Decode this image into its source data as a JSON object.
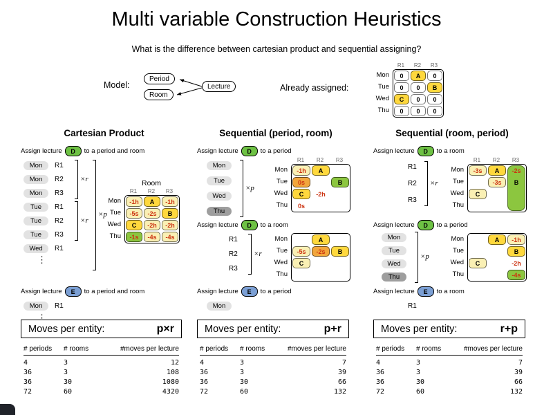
{
  "title": "Multi variable Construction Heuristics",
  "subtitle": "What is the difference between cartesian product and sequential assigning?",
  "colors": {
    "yellow": "#FFD83D",
    "pale_yellow": "#FAF0B4",
    "green": "#8CC63F",
    "orange": "#F2A63C",
    "red_text": "#CC3311",
    "list_pill": "#E2E2E2",
    "list_pill_dark": "#9E9E9E",
    "entity_green": "#6EC244",
    "entity_blue": "#7B9FD4"
  },
  "model": {
    "label": "Model:",
    "period": "Period",
    "room": "Room",
    "lecture": "Lecture"
  },
  "already_assigned": {
    "label": "Already assigned:",
    "table": {
      "cols": [
        "R1",
        "R2",
        "R3"
      ],
      "rows": [
        "Mon",
        "Tue",
        "Wed",
        "Thu"
      ],
      "show_header": true,
      "cells": [
        [
          "0",
          {
            "t": "A",
            "bg": "yellow"
          },
          "0"
        ],
        [
          "0",
          "0",
          {
            "t": "B",
            "bg": "yellow"
          }
        ],
        [
          {
            "t": "C",
            "bg": "yellow"
          },
          "0",
          "0"
        ],
        [
          "0",
          "0",
          "0"
        ]
      ]
    }
  },
  "columns": [
    {
      "heading": "Cartesian Product",
      "assign1": {
        "prefix": "Assign lecture",
        "entity": "D",
        "color": "green",
        "suffix": "to a period and room"
      },
      "pairs": [
        [
          "Mon",
          "R1"
        ],
        [
          "Mon",
          "R2"
        ],
        [
          "Mon",
          "R3"
        ],
        [
          "Tue",
          "R1"
        ],
        [
          "Tue",
          "R2"
        ],
        [
          "Tue",
          "R3"
        ],
        [
          "Wed",
          "R1"
        ]
      ],
      "group_label": "×r",
      "outer_label": "×p",
      "ellipsis": "⋮",
      "table": {
        "title": "Room",
        "cols": [
          "R1",
          "R2",
          "R3"
        ],
        "rows": [
          "Mon",
          "Tue",
          "Wed",
          "Thu"
        ],
        "show_header": true,
        "cells": [
          [
            {
              "t": "-1h",
              "bg": "pale",
              "fg": "red"
            },
            {
              "t": "A",
              "bg": "yellow"
            },
            {
              "t": "-1h",
              "bg": "pale",
              "fg": "red"
            }
          ],
          [
            {
              "t": "-5s",
              "bg": "pale",
              "fg": "red"
            },
            {
              "t": "-2s",
              "bg": "pale",
              "fg": "red"
            },
            {
              "t": "B",
              "bg": "yellow"
            }
          ],
          [
            {
              "t": "C",
              "bg": "yellow"
            },
            {
              "t": "-2h",
              "bg": "pale",
              "fg": "red"
            },
            {
              "t": "-2h",
              "bg": "pale",
              "fg": "red"
            }
          ],
          [
            {
              "t": "-1s",
              "bg": "green",
              "fg": "red"
            },
            {
              "t": "-4s",
              "bg": "pale",
              "fg": "red"
            },
            {
              "t": "-4s",
              "bg": "pale",
              "fg": "red"
            }
          ]
        ]
      },
      "assign_next": {
        "prefix": "Assign lecture",
        "entity": "E",
        "color": "blue",
        "suffix": "to a period and room"
      },
      "tail_pair": [
        "Mon",
        "R1"
      ],
      "moves": {
        "label": "Moves per entity:",
        "formula": "p×r"
      },
      "stats": {
        "headers": [
          "# periods",
          "# rooms",
          "#moves per lecture"
        ],
        "rows": [
          [
            "4",
            "3",
            "12"
          ],
          [
            "36",
            "3",
            "108"
          ],
          [
            "36",
            "30",
            "1080"
          ],
          [
            "72",
            "60",
            "4320"
          ]
        ]
      }
    },
    {
      "heading": "Sequential (period, room)",
      "steps": [
        {
          "assign": {
            "prefix": "Assign lecture",
            "entity": "D",
            "color": "green",
            "suffix": "to a period"
          },
          "list": {
            "items": [
              "Mon",
              "Tue",
              "Wed",
              "Thu"
            ],
            "style": "pill",
            "dark_index": 3,
            "label": "×p"
          },
          "table": {
            "cols": [
              "R1",
              "R2",
              "R3"
            ],
            "rows": [
              "Mon",
              "Tue",
              "Wed",
              "Thu"
            ],
            "show_header": true,
            "cells": [
              [
                {
                  "t": "-1h",
                  "bg": "pale",
                  "fg": "red"
                },
                {
                  "t": "A",
                  "bg": "yellow"
                },
                null
              ],
              [
                {
                  "t": "0s",
                  "bg": "orange",
                  "fg": "red"
                },
                null,
                {
                  "t": "B",
                  "bg": "green"
                }
              ],
              [
                {
                  "t": "C",
                  "bg": "yellow"
                },
                {
                  "t": "-2h",
                  "fg": "red"
                },
                null
              ],
              [
                {
                  "t": "0s",
                  "fg": "red"
                },
                null,
                null
              ]
            ]
          }
        },
        {
          "assign": {
            "prefix": "Assign lecture",
            "entity": "D",
            "color": "green",
            "suffix": "to a room"
          },
          "list": {
            "items": [
              "R1",
              "R2",
              "R3"
            ],
            "style": "text",
            "label": "×r"
          },
          "table": {
            "cols": [
              "R1",
              "R2",
              "R3"
            ],
            "rows": [
              "Mon",
              "Tue",
              "Wed",
              "Thu"
            ],
            "show_header": false,
            "cells": [
              [
                null,
                {
                  "t": "A",
                  "bg": "yellow"
                },
                null
              ],
              [
                {
                  "t": "-5s",
                  "bg": "pale",
                  "fg": "red"
                },
                {
                  "t": "-2s",
                  "bg": "orange",
                  "fg": "red"
                },
                {
                  "t": "B",
                  "bg": "yellow"
                }
              ],
              [
                {
                  "t": "C",
                  "bg": "pale"
                },
                null,
                null
              ],
              [
                null,
                null,
                null
              ]
            ]
          }
        }
      ],
      "assign_next": {
        "prefix": "Assign lecture",
        "entity": "E",
        "color": "blue",
        "suffix": "to a period"
      },
      "tail_list": {
        "items": [
          "Mon"
        ],
        "style": "pill"
      },
      "moves": {
        "label": "Moves per entity:",
        "formula": "p+r"
      },
      "stats": {
        "headers": [
          "# periods",
          "# rooms",
          "#moves per lecture"
        ],
        "rows": [
          [
            "4",
            "3",
            "7"
          ],
          [
            "36",
            "3",
            "39"
          ],
          [
            "36",
            "30",
            "66"
          ],
          [
            "72",
            "60",
            "132"
          ]
        ]
      }
    },
    {
      "heading": "Sequential (room, period)",
      "steps": [
        {
          "assign": {
            "prefix": "Assign lecture",
            "entity": "D",
            "color": "green",
            "suffix": "to a room"
          },
          "list": {
            "items": [
              "R1",
              "R2",
              "R3"
            ],
            "style": "text",
            "label": "×r"
          },
          "table": {
            "cols": [
              "R1",
              "R2",
              "R3"
            ],
            "rows": [
              "Mon",
              "Tue",
              "Wed",
              "Thu"
            ],
            "show_header": true,
            "green_col": 2,
            "cells": [
              [
                {
                  "t": "-3s",
                  "bg": "pale",
                  "fg": "red"
                },
                {
                  "t": "A",
                  "bg": "yellow"
                },
                {
                  "t": "-2s",
                  "fg": "red"
                }
              ],
              [
                null,
                {
                  "t": "-3s",
                  "bg": "pale",
                  "fg": "red"
                },
                {
                  "t": "B"
                }
              ],
              [
                {
                  "t": "C",
                  "bg": "pale"
                },
                null,
                null
              ],
              [
                null,
                null,
                null
              ]
            ]
          }
        },
        {
          "assign": {
            "prefix": "Assign lecture",
            "entity": "D",
            "color": "green",
            "suffix": "to a period"
          },
          "list": {
            "items": [
              "Mon",
              "Tue",
              "Wed",
              "Thu"
            ],
            "style": "pill",
            "dark_index": 3,
            "label": "×p"
          },
          "table": {
            "cols": [
              "R1",
              "R2",
              "R3"
            ],
            "rows": [
              "Mon",
              "Tue",
              "Wed",
              "Thu"
            ],
            "show_header": false,
            "cells": [
              [
                null,
                {
                  "t": "A",
                  "bg": "yellow"
                },
                {
                  "t": "-1h",
                  "bg": "pale",
                  "fg": "red"
                }
              ],
              [
                null,
                null,
                {
                  "t": "B",
                  "bg": "yellow"
                }
              ],
              [
                {
                  "t": "C",
                  "bg": "pale"
                },
                null,
                {
                  "t": "-2h",
                  "fg": "red"
                }
              ],
              [
                null,
                null,
                {
                  "t": "-4s",
                  "bg": "green",
                  "fg": "red"
                }
              ]
            ]
          }
        }
      ],
      "assign_next": {
        "prefix": "Assign lecture",
        "entity": "E",
        "color": "blue",
        "suffix": "to a room"
      },
      "tail_list": {
        "items": [
          "R1"
        ],
        "style": "text"
      },
      "moves": {
        "label": "Moves per entity:",
        "formula": "r+p"
      },
      "stats": {
        "headers": [
          "# periods",
          "# rooms",
          "#moves per lecture"
        ],
        "rows": [
          [
            "4",
            "3",
            "7"
          ],
          [
            "36",
            "3",
            "39"
          ],
          [
            "36",
            "30",
            "66"
          ],
          [
            "72",
            "60",
            "132"
          ]
        ]
      }
    }
  ]
}
